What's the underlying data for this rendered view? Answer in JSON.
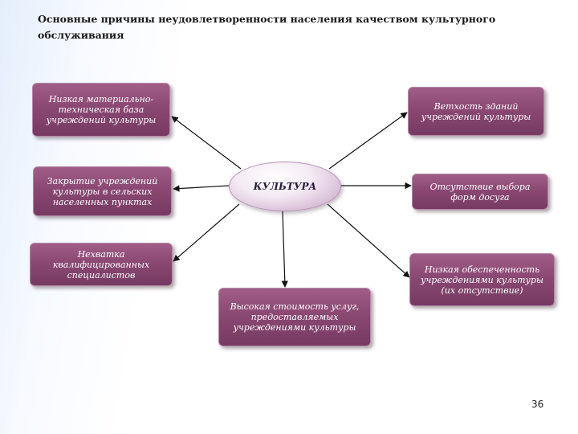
{
  "slide": {
    "title": "Основные причины неудовлетворенности населения качеством культурного\nобслуживания",
    "page_number": "36"
  },
  "center": {
    "label": "КУЛЬТУРА"
  },
  "causes": {
    "material_base": "Низкая материально-техническая база учреждений культуры",
    "closures": "Закрытие учреждений культуры в сельских населенных пунктах",
    "staff_shortage": "Нехватка квалифицированных специалистов",
    "high_cost": "Высокая стоимость услуг, предоставляемых учреждениями культуры",
    "old_buildings": "Ветхость зданий учреждений культуры",
    "no_choice": "Отсутствие выбора форм досуга",
    "low_provision": "Низкая обеспеченность учреждениями культуры (их отсутствие)"
  }
}
